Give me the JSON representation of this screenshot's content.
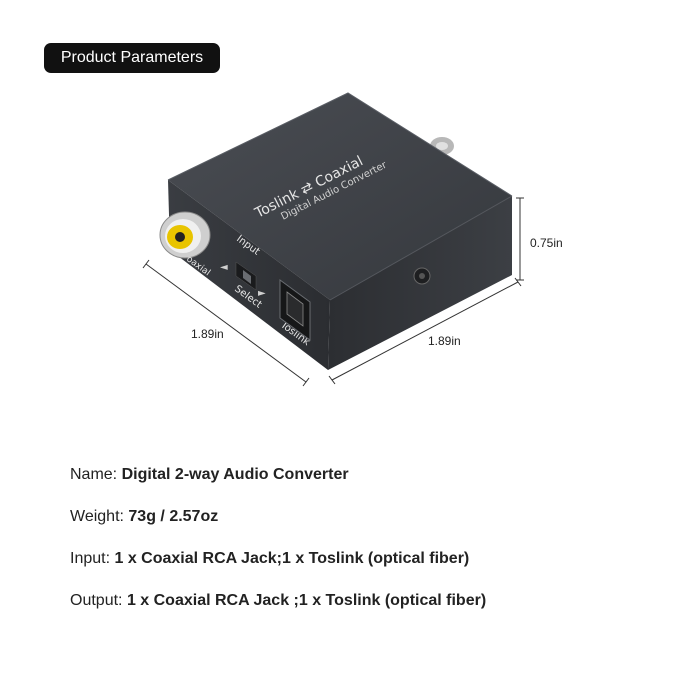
{
  "header": {
    "title": "Product Parameters"
  },
  "device": {
    "brand_line": "Toslink ⇄ Coaxial",
    "sub_line": "Digital Audio Converter",
    "input_label": "Input",
    "select_label": "Select",
    "toslink_label": "Toslink",
    "coaxial_label": "oaxial"
  },
  "dimensions": {
    "left_depth": "1.89in",
    "front_width": "1.89in",
    "height": "0.75in"
  },
  "specs": [
    {
      "key": "Name:",
      "value": "Digital 2-way Audio Converter"
    },
    {
      "key": "Weight:",
      "value": "73g / 2.57oz"
    },
    {
      "key": "Input:",
      "value": "1 x Coaxial RCA Jack;1 x Toslink (optical fiber)"
    },
    {
      "key": "Output:",
      "value": "1 x Coaxial RCA Jack ;1 x Toslink (optical fiber)"
    }
  ],
  "colors": {
    "badge_bg": "#111111",
    "device_body": "#3a3d42",
    "rca_ring": "#e8c400"
  }
}
